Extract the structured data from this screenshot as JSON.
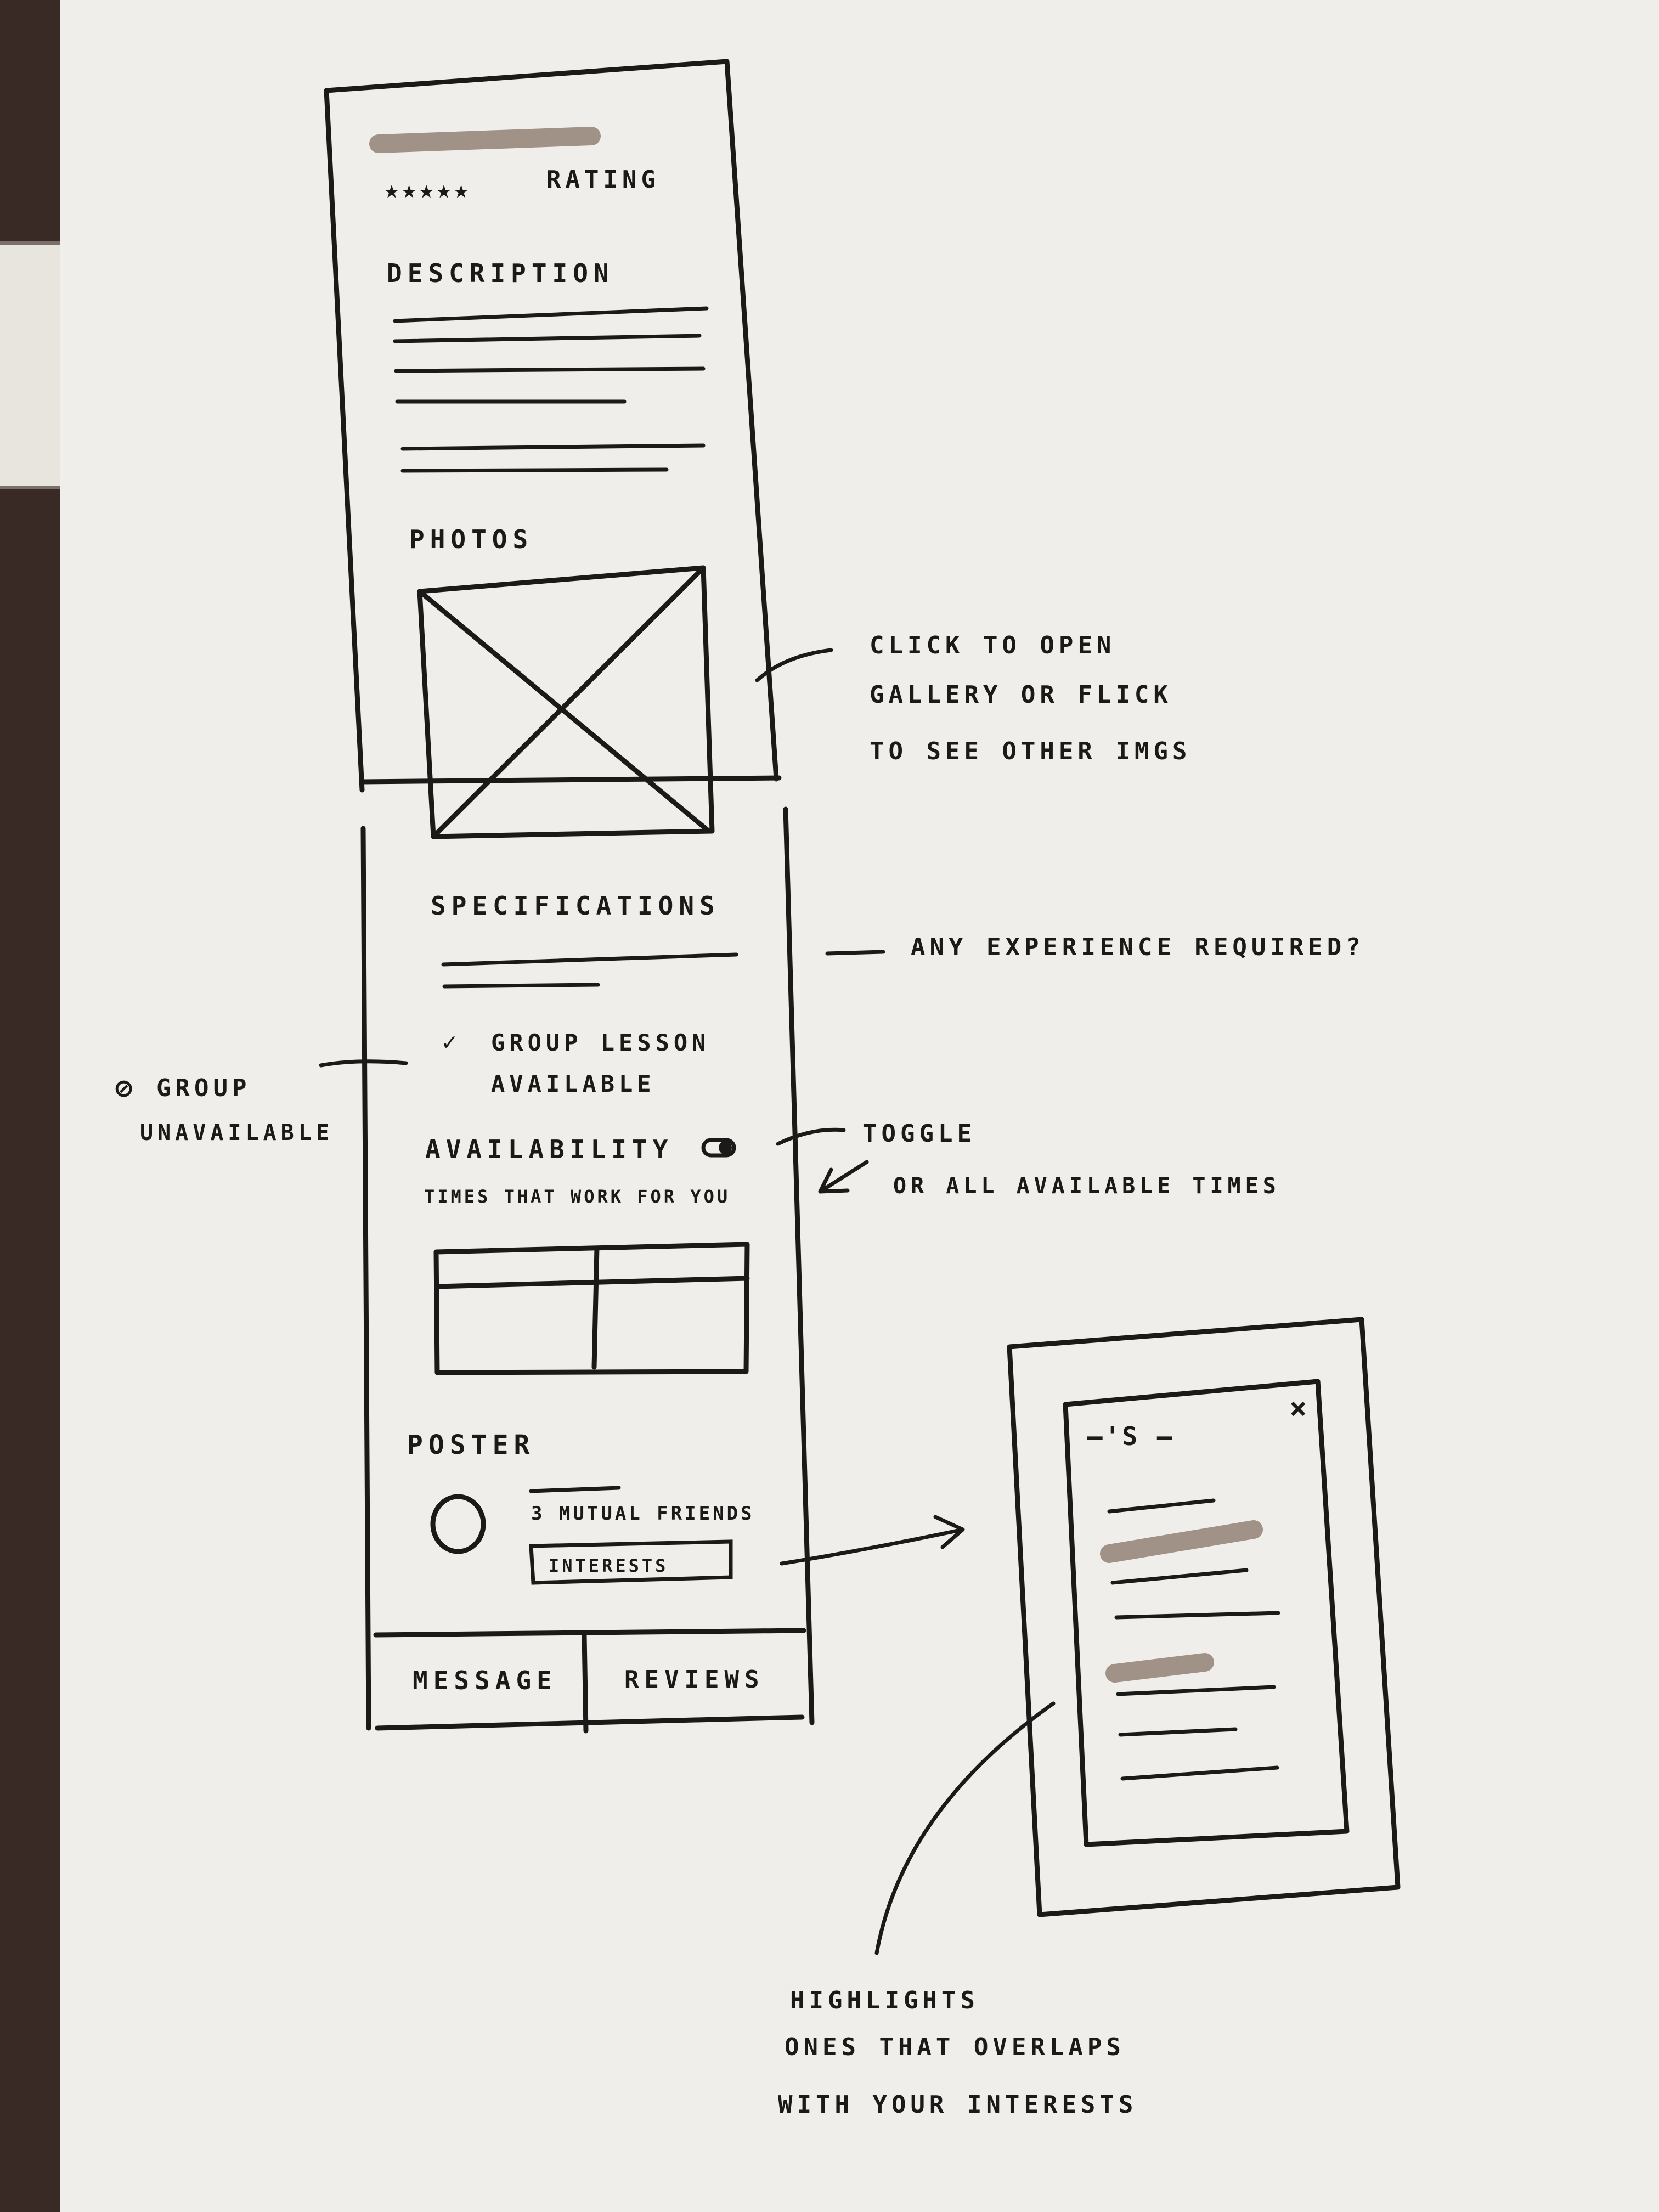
{
  "wireframe": {
    "rating": {
      "stars": "★★★★★",
      "label": "RATING"
    },
    "description_label": "DESCRIPTION",
    "photos_label": "PHOTOS",
    "specifications_label": "SPECIFICATIONS",
    "group_lesson": {
      "check": "✓",
      "line1": "GROUP LESSON",
      "line2": "AVAILABLE"
    },
    "availability_label": "AVAILABILITY",
    "availability_sub": "TIMES THAT WORK FOR YOU",
    "poster_label": "POSTER",
    "mutual_friends": "3 MUTUAL FRIENDS",
    "interests_button": "INTERESTS",
    "message_button": "MESSAGE",
    "reviews_button": "REVIEWS"
  },
  "popup": {
    "title": "—'S —",
    "close": "×"
  },
  "annotations": {
    "photos_note": [
      "CLICK TO OPEN",
      "GALLERY OR FLICK",
      "TO SEE OTHER IMGS"
    ],
    "spec_note": "ANY EXPERIENCE REQUIRED?",
    "group_note": {
      "icon": "⊘",
      "line1": "GROUP",
      "line2": "UNAVAILABLE"
    },
    "toggle_note": {
      "line1": "TOGGLE",
      "line2": "OR ALL AVAILABLE TIMES"
    },
    "interests_note": [
      "HIGHLIGHTS",
      "ONES THAT OVERLAPS",
      "WITH YOUR INTERESTS"
    ]
  },
  "colors": {
    "ink": "#1c1a18",
    "paper": "#f0eeea",
    "highlight": "#8c7a6e"
  }
}
